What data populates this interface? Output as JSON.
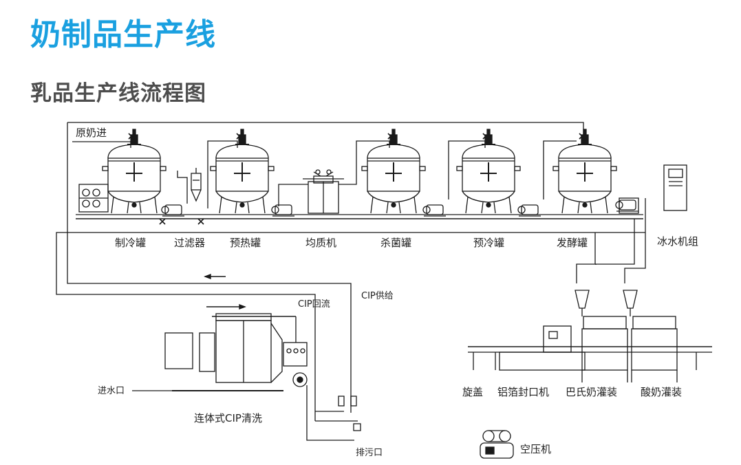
{
  "page": {
    "title": "奶制品生产线",
    "subtitle": "乳品生产线流程图",
    "accent_color": "#1aa0e0",
    "subtitle_color": "#4d4d4d",
    "line_color": "#1a1a1a"
  },
  "labels": {
    "raw_milk_in": "原奶进",
    "cooling_tank": "制冷罐",
    "filter": "过滤器",
    "preheat_tank": "预热罐",
    "homogenizer": "均质机",
    "sterilizing_tank": "杀菌罐",
    "precooling_tank": "预冷罐",
    "fermentation_tank": "发酵罐",
    "ice_water_unit": "冰水机组",
    "cip_supply": "CIP供给",
    "cip_return": "CIP回流",
    "water_inlet": "进水口",
    "continuous_cip": "连体式CIP清洗",
    "drain": "排污口",
    "capping": "旋盖",
    "foil_sealer": "铝箔封口机",
    "pasteurized_filling": "巴氏奶灌装",
    "yogurt_filling": "酸奶灌装",
    "air_compressor": "空压机"
  },
  "icons": {
    "flow_arrow_left": "arrow-left-icon",
    "flow_arrow_right": "arrow-right-icon"
  }
}
